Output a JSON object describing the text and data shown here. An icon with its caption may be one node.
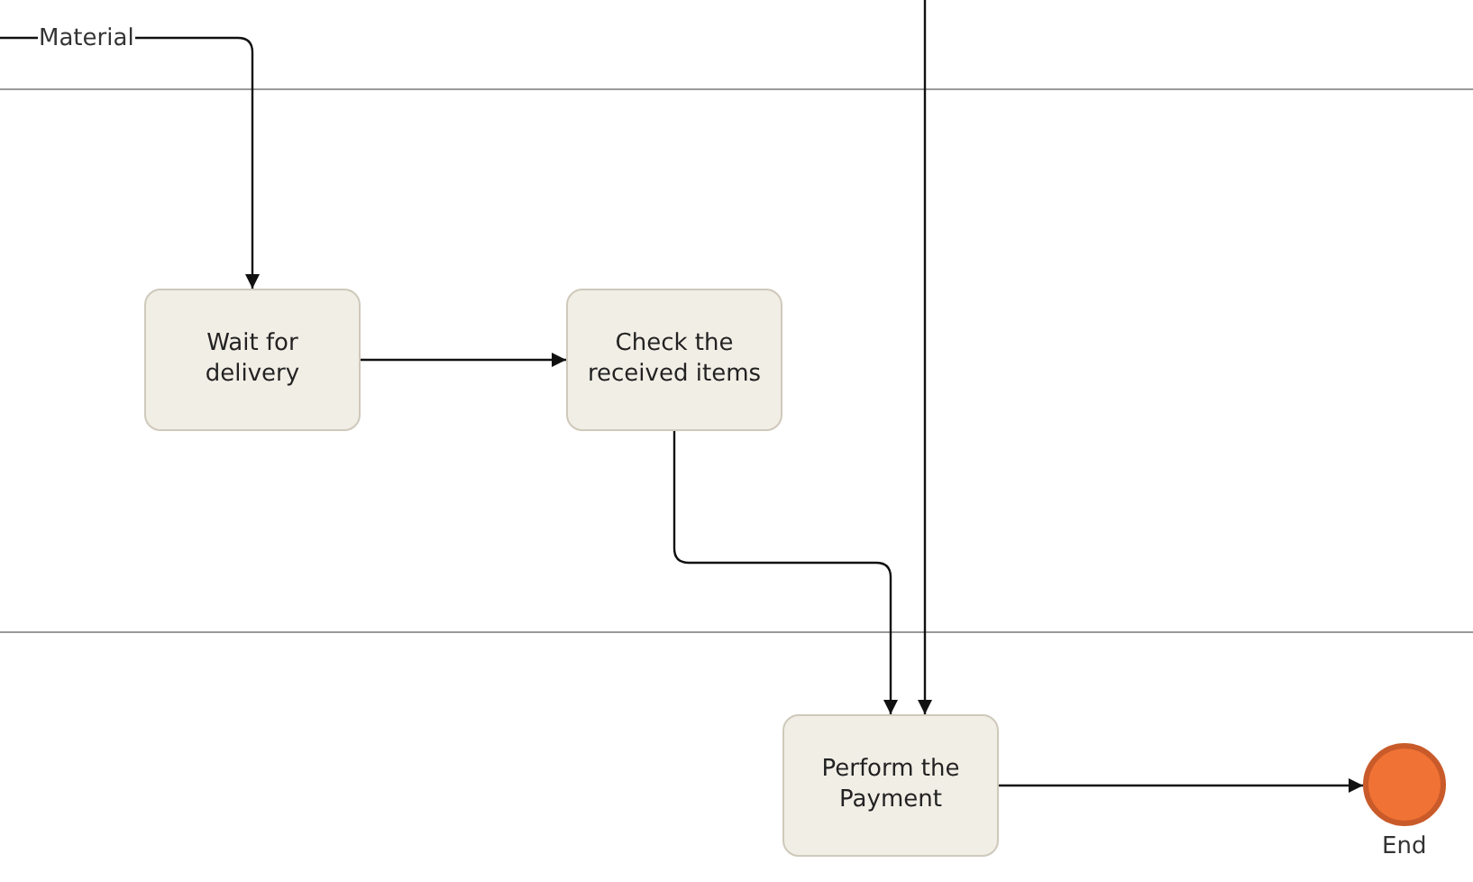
{
  "diagram": {
    "nodes": [
      {
        "text": [
          "Wait for delivery"
        ]
      },
      {
        "text": [
          "Check the received items"
        ]
      },
      {
        "text": [
          "Perform the Payment"
        ]
      },
      {
        "text": [],
        "shape": "circle",
        "beside": [
          "End"
        ]
      }
    ],
    "edges": [
      {
        "from": null,
        "to": 0,
        "arrow": "to",
        "label": "Material"
      },
      {
        "from": 0,
        "to": 1,
        "arrow": "to"
      },
      {
        "from": 1,
        "to": 2,
        "arrow": "to"
      },
      {
        "from": null,
        "to": 2,
        "arrow": "to"
      },
      {
        "from": 2,
        "to": 3,
        "arrow": "to"
      }
    ]
  }
}
